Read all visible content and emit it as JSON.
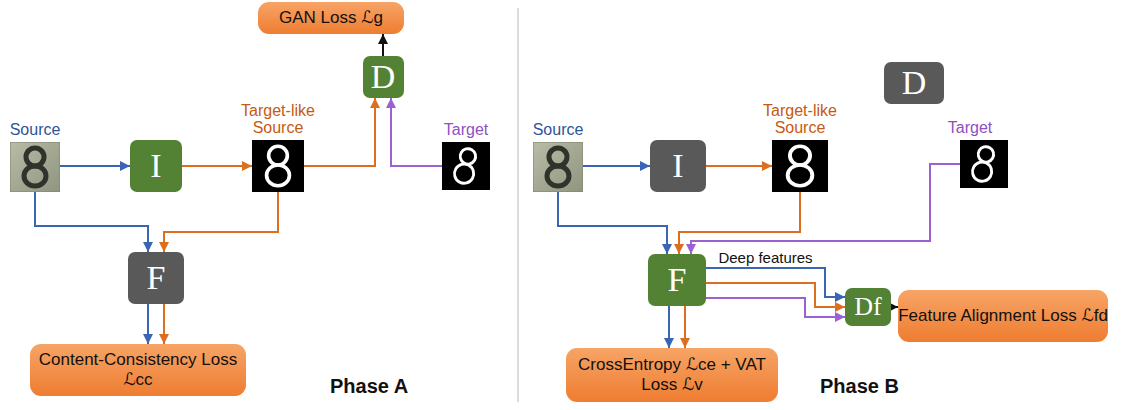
{
  "diagram": {
    "nodes": [
      {
        "text": [
          "GAN Loss ℒg"
        ]
      },
      {
        "text": [
          "D"
        ]
      },
      {
        "text": [
          "Source"
        ]
      },
      {
        "text": [
          "I"
        ]
      },
      {
        "text": [
          "Target-like Source"
        ]
      },
      {
        "text": [
          "Target"
        ]
      },
      {
        "text": [
          "F"
        ]
      },
      {
        "text": [
          "Content-Consistency Loss ℒcc"
        ]
      },
      {
        "text": [
          "D"
        ]
      },
      {
        "text": [
          "Source"
        ]
      },
      {
        "text": [
          "I"
        ]
      },
      {
        "text": [
          "Target-like Source"
        ]
      },
      {
        "text": [
          "Target"
        ]
      },
      {
        "text": [
          "F"
        ]
      },
      {
        "text": [
          "Df"
        ]
      },
      {
        "text": [
          "Feature Alignment Loss ℒfd"
        ]
      },
      {
        "text": [
          "CrossEntropy ℒce + VAT Loss ℒv"
        ]
      }
    ],
    "edges": [
      {
        "from": 2,
        "to": 3,
        "arrow": "to"
      },
      {
        "from": 3,
        "to": 4,
        "arrow": "to"
      },
      {
        "from": 4,
        "to": 1,
        "arrow": "to"
      },
      {
        "from": 5,
        "to": 1,
        "arrow": "to"
      },
      {
        "from": 1,
        "to": 0,
        "arrow": "to"
      },
      {
        "from": 2,
        "to": 6,
        "arrow": "to"
      },
      {
        "from": 4,
        "to": 6,
        "arrow": "to"
      },
      {
        "from": 6,
        "to": 7,
        "arrow": "to"
      },
      {
        "from": 6,
        "to": 7,
        "arrow": "to"
      },
      {
        "from": 9,
        "to": 10,
        "arrow": "to"
      },
      {
        "from": 10,
        "to": 11,
        "arrow": "to"
      },
      {
        "from": 9,
        "to": 13,
        "arrow": "to"
      },
      {
        "from": 11,
        "to": 13,
        "arrow": "to"
      },
      {
        "from": 12,
        "to": 13,
        "arrow": "to"
      },
      {
        "from": 13,
        "to": 14,
        "label": "Deep features",
        "arrow": "to"
      },
      {
        "from": 13,
        "to": 14,
        "arrow": "to"
      },
      {
        "from": 13,
        "to": 14,
        "arrow": "to"
      },
      {
        "from": 14,
        "to": 15,
        "arrow": "to"
      },
      {
        "from": 13,
        "to": 16,
        "arrow": "to"
      },
      {
        "from": 13,
        "to": 16,
        "arrow": "to"
      }
    ],
    "labels": [
      "Phase A",
      "Phase B"
    ]
  }
}
